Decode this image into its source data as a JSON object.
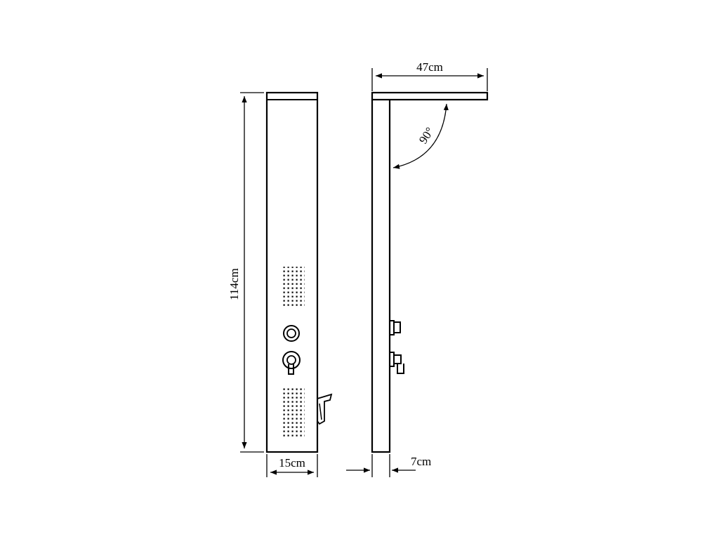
{
  "dimensions": {
    "height": "114cm",
    "front_width": "15cm",
    "top_depth": "47cm",
    "side_depth": "7cm",
    "angle": "90°"
  }
}
